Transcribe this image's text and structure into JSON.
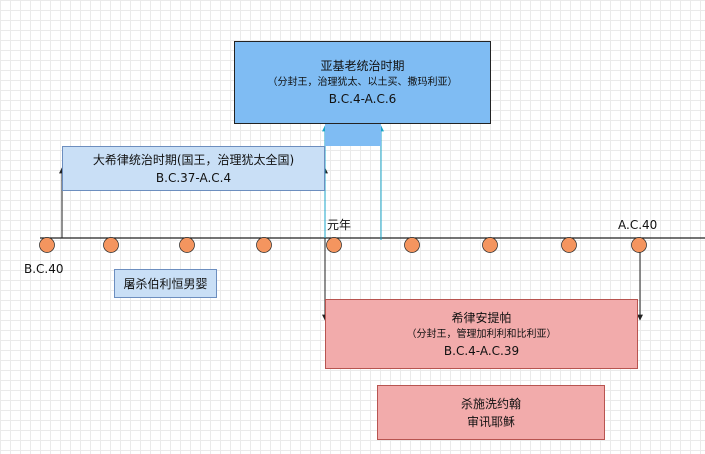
{
  "timeline": {
    "label_start": "B.C.40",
    "label_zero": "元年",
    "label_end": "A.C.40",
    "marker_color": "#f4955f"
  },
  "periods": {
    "archelaus": {
      "title": "亚基老统治时期",
      "subtitle": "（分封王，治理犹太、以土买、撒玛利亚）",
      "dates": "B.C.4-A.C.6",
      "color": "#7fbcf3"
    },
    "herod_great": {
      "title": "大希律统治时期(国王，治理犹太全国)",
      "dates": "B.C.37-A.C.4",
      "color": "#c9dff6"
    },
    "massacre": {
      "title": "屠杀伯利恒男婴"
    },
    "antipas": {
      "title": "希律安提帕",
      "subtitle": "（分封王，管理加利利和比利亚）",
      "dates": "B.C.4-A.C.39",
      "color": "#f2abab"
    },
    "john_jesus": {
      "line1": "杀施洗约翰",
      "line2": "审讯耶稣"
    }
  }
}
